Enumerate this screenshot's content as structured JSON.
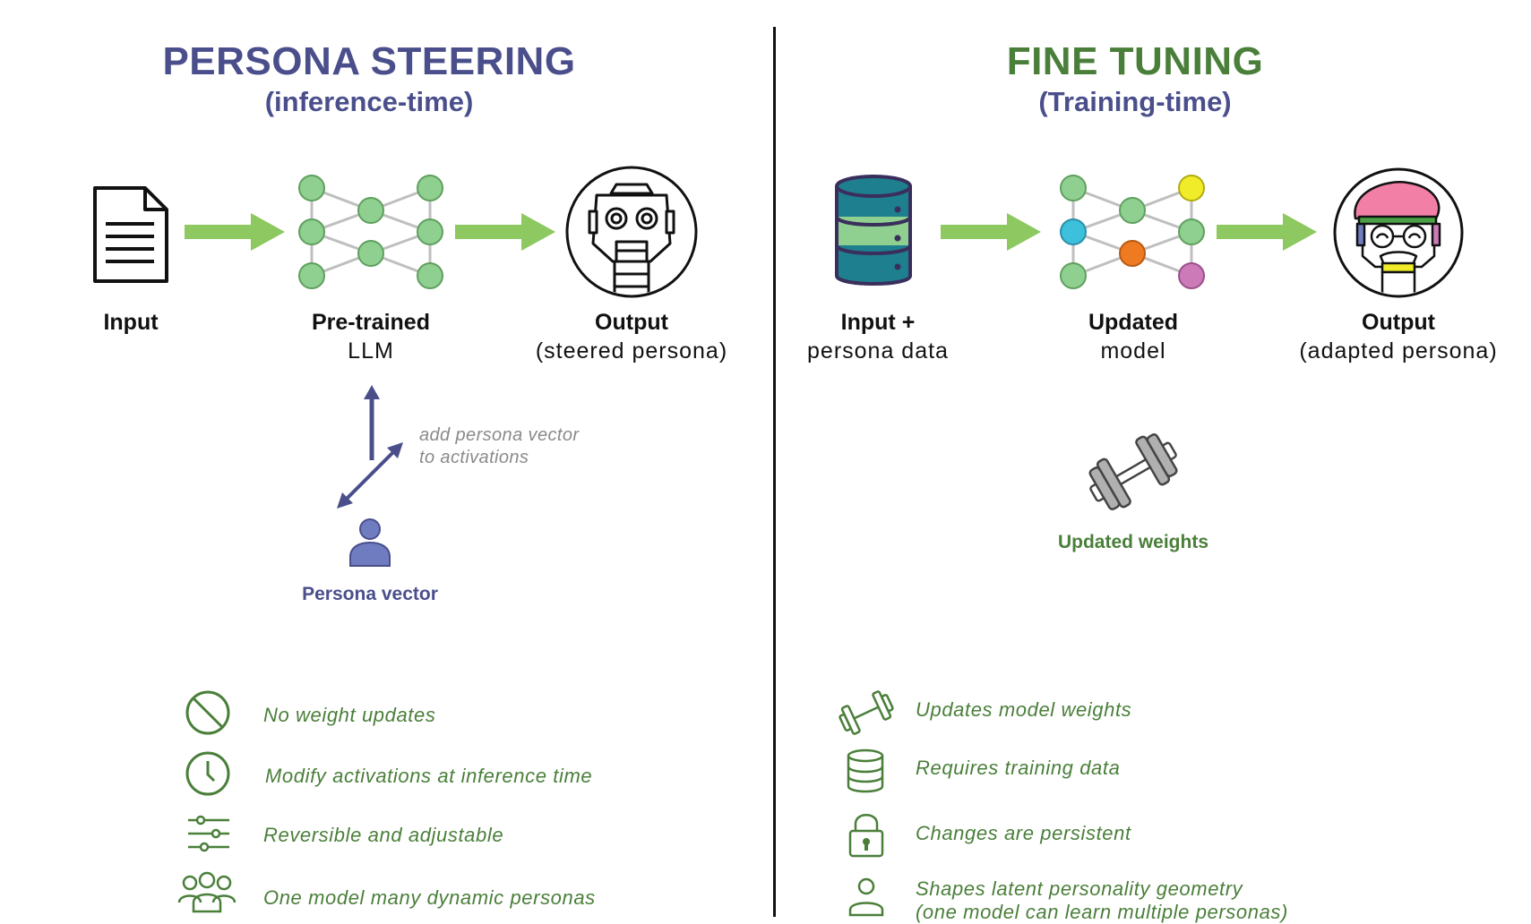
{
  "left_panel": {
    "title": "PERSONA STEERING",
    "subtitle": "(inference-time)",
    "steps": [
      {
        "bold": "Input",
        "sub": ""
      },
      {
        "bold": "Pre-trained",
        "sub": "LLM"
      },
      {
        "bold": "Output",
        "sub": "(steered persona)"
      }
    ],
    "annotation_line1": "add persona vector",
    "annotation_line2": "to activations",
    "persona_vector_label": "Persona vector",
    "features": [
      {
        "icon": "prohibited-icon",
        "text": "No weight updates"
      },
      {
        "icon": "clock-icon",
        "text": "Modify activations at inference time"
      },
      {
        "icon": "sliders-icon",
        "text": "Reversible and adjustable"
      },
      {
        "icon": "group-icon",
        "text": "One model many dynamic personas"
      }
    ]
  },
  "right_panel": {
    "title": "FINE TUNING",
    "subtitle": "(Training-time)",
    "steps": [
      {
        "bold": "Input +",
        "sub": "persona data"
      },
      {
        "bold": "Updated",
        "sub": "model"
      },
      {
        "bold": "Output",
        "sub": "(adapted persona)"
      }
    ],
    "weights_label": "Updated weights",
    "features": [
      {
        "icon": "dumbbell-icon",
        "text": "Updates model weights"
      },
      {
        "icon": "database-icon",
        "text": "Requires training data"
      },
      {
        "icon": "lock-icon",
        "text": "Changes are persistent"
      },
      {
        "icon": "person-icon",
        "text": "Shapes latent personality geometry",
        "text2": "(one model can learn multiple personas)"
      }
    ]
  },
  "colors": {
    "left_title": "#4a4f8c",
    "right_title": "#4a7f3a",
    "arrow_green": "#8dc860",
    "node_green": "#8fcf8f",
    "persona_purple": "#6f7cc0",
    "feature_green": "#4a7f3a"
  }
}
